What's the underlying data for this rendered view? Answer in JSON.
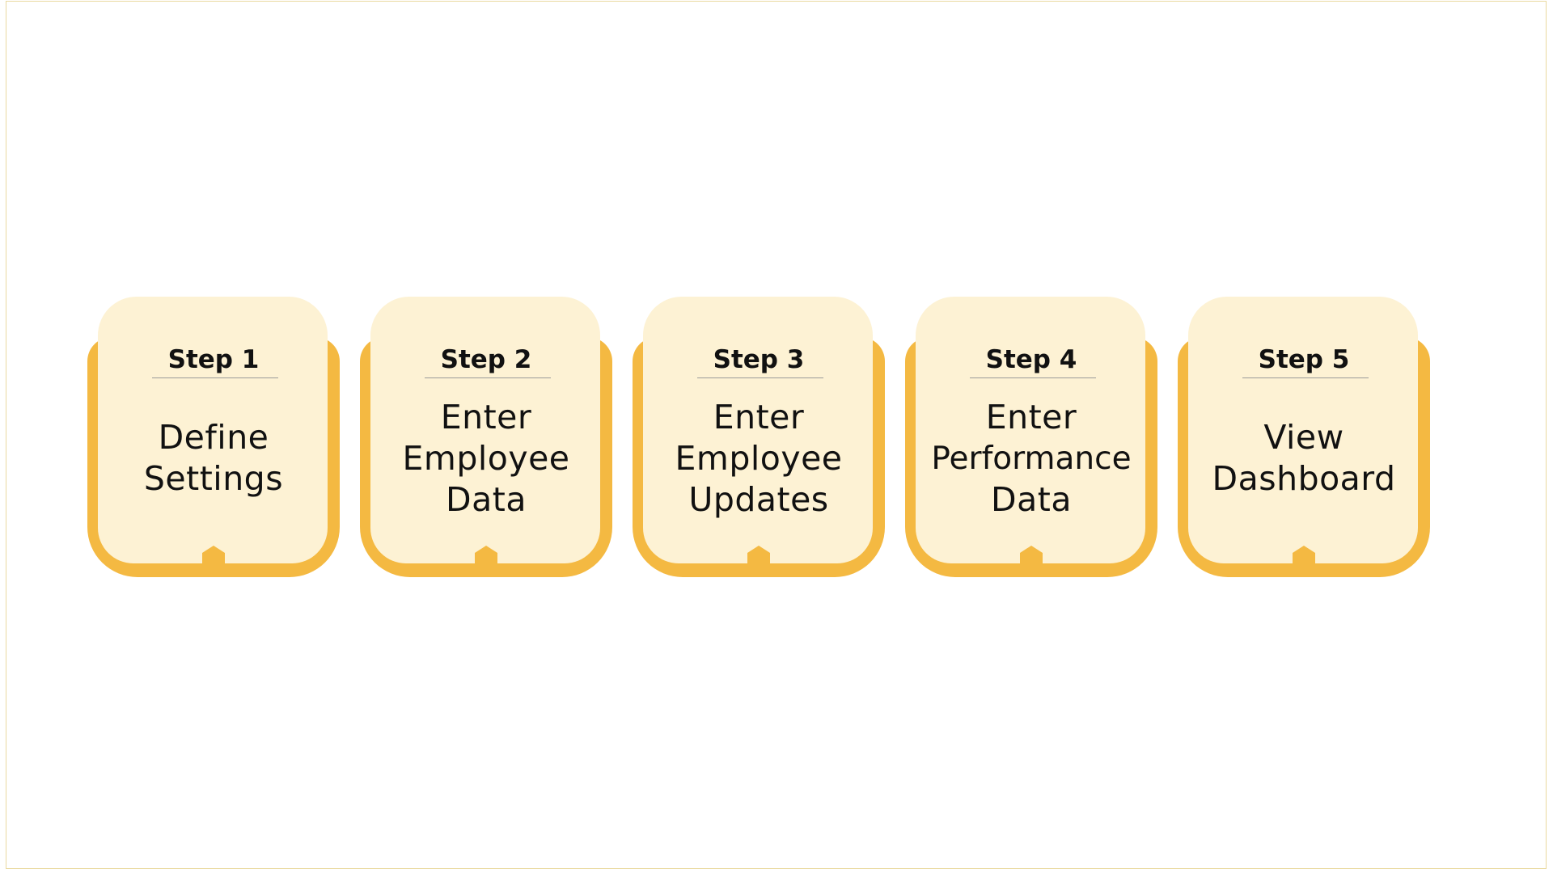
{
  "colors": {
    "card_back": "#f4b942",
    "card_front": "#fdf2d4",
    "text": "#111111",
    "frame_border": "#ead9a0"
  },
  "steps": [
    {
      "label": "Step 1",
      "title_lines": [
        "Define",
        "Settings"
      ]
    },
    {
      "label": "Step 2",
      "title_lines": [
        "Enter",
        "Employee",
        "Data"
      ]
    },
    {
      "label": "Step 3",
      "title_lines": [
        "Enter",
        "Employee",
        "Updates"
      ]
    },
    {
      "label": "Step 4",
      "title_lines": [
        "Enter",
        "Performance",
        "Data"
      ]
    },
    {
      "label": "Step 5",
      "title_lines": [
        "View",
        "Dashboard"
      ]
    }
  ]
}
